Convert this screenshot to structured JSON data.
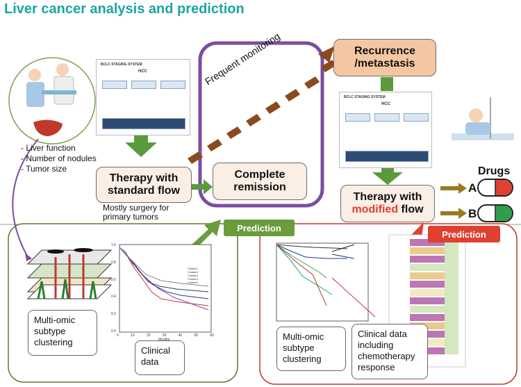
{
  "title": "Liver cancer analysis and prediction",
  "inputs": {
    "bullets": [
      "- Liver function",
      "- Number of nodules",
      "- Tumor size"
    ]
  },
  "staging": {
    "header": "BCLC STAGING SYSTEM",
    "hcc": "HCC"
  },
  "therapy_standard": {
    "line1": "Therapy with",
    "line2": "standard flow",
    "note_line1": "Mostly surgery for",
    "note_line2": "primary tumors"
  },
  "remission": {
    "line1": "Complete",
    "line2": "remission"
  },
  "monitoring": "Frequent monitoring",
  "recurrence": {
    "line1": "Recurrence",
    "line2": "/metastasis"
  },
  "therapy_modified": {
    "line1": "Therapy with",
    "word_red": "modified",
    "word_rest": " flow"
  },
  "drugs": {
    "title": "Drugs",
    "a": "A",
    "b": "B"
  },
  "prediction_left": "Prediction",
  "prediction_right": "Prediction",
  "left_panel": {
    "box1": [
      "Multi-omic",
      "subtype",
      "clustering"
    ],
    "box2": [
      "Clinical",
      "data"
    ]
  },
  "right_panel": {
    "box1": [
      "Multi-omic",
      "subtype",
      "clustering"
    ],
    "box2": [
      "Clinical data",
      "including",
      "chemotherapy",
      "response"
    ]
  },
  "colors": {
    "teal": "#1aa6a0",
    "green_arrow": "#5b9a3c",
    "brown_arrow": "#8b4a1e",
    "purple": "#7b4ea0",
    "red": "#e04030",
    "gold_arrow": "#9a7a1e",
    "recurrence_box": "#f4c7a2"
  },
  "km_left": {
    "x_ticks": [
      "0",
      "10",
      "20",
      "30",
      "40",
      "50",
      "60"
    ],
    "y_ticks": [
      "0.0",
      "0.2",
      "0.4",
      "0.6",
      "0.8",
      "1.0"
    ],
    "xlabel": "Months",
    "legend": [
      "Cluster1",
      "Cluster2",
      "Cluster3",
      "Cluster4",
      "Cluster5"
    ]
  }
}
